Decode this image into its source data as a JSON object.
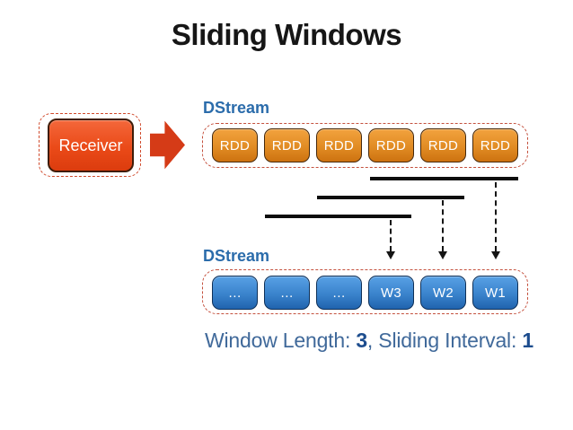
{
  "slide": {
    "title": "Sliding Windows",
    "receiver": {
      "label": "Receiver"
    },
    "top_stream": {
      "label": "DStream",
      "nodes": [
        "RDD",
        "RDD",
        "RDD",
        "RDD",
        "RDD",
        "RDD"
      ]
    },
    "bottom_stream": {
      "label": "DStream",
      "nodes": [
        "…",
        "…",
        "…",
        "W3",
        "W2",
        "W1"
      ]
    },
    "caption": {
      "text_before": "Window Length: ",
      "window_length": "3",
      "text_between": ", Sliding Interval: ",
      "sliding_interval": "1"
    },
    "colors": {
      "title_text": "#161616",
      "dstream_label_blue": "#2b6cab",
      "dashed_container_border": "#c4503d",
      "receiver_red_top": "#f4673a",
      "receiver_red_bottom": "#dc3c0e",
      "block_arrow_red": "#d53b17",
      "rdd_orange_top": "#f2a23e",
      "rdd_orange_bottom": "#cd7210",
      "window_box_blue_top": "#58a1e5",
      "window_box_blue_bottom": "#2063ae",
      "window_line_black": "#0d0d0d",
      "caption_blue": "#40699a",
      "caption_bold_blue": "#1d4d8e"
    }
  }
}
